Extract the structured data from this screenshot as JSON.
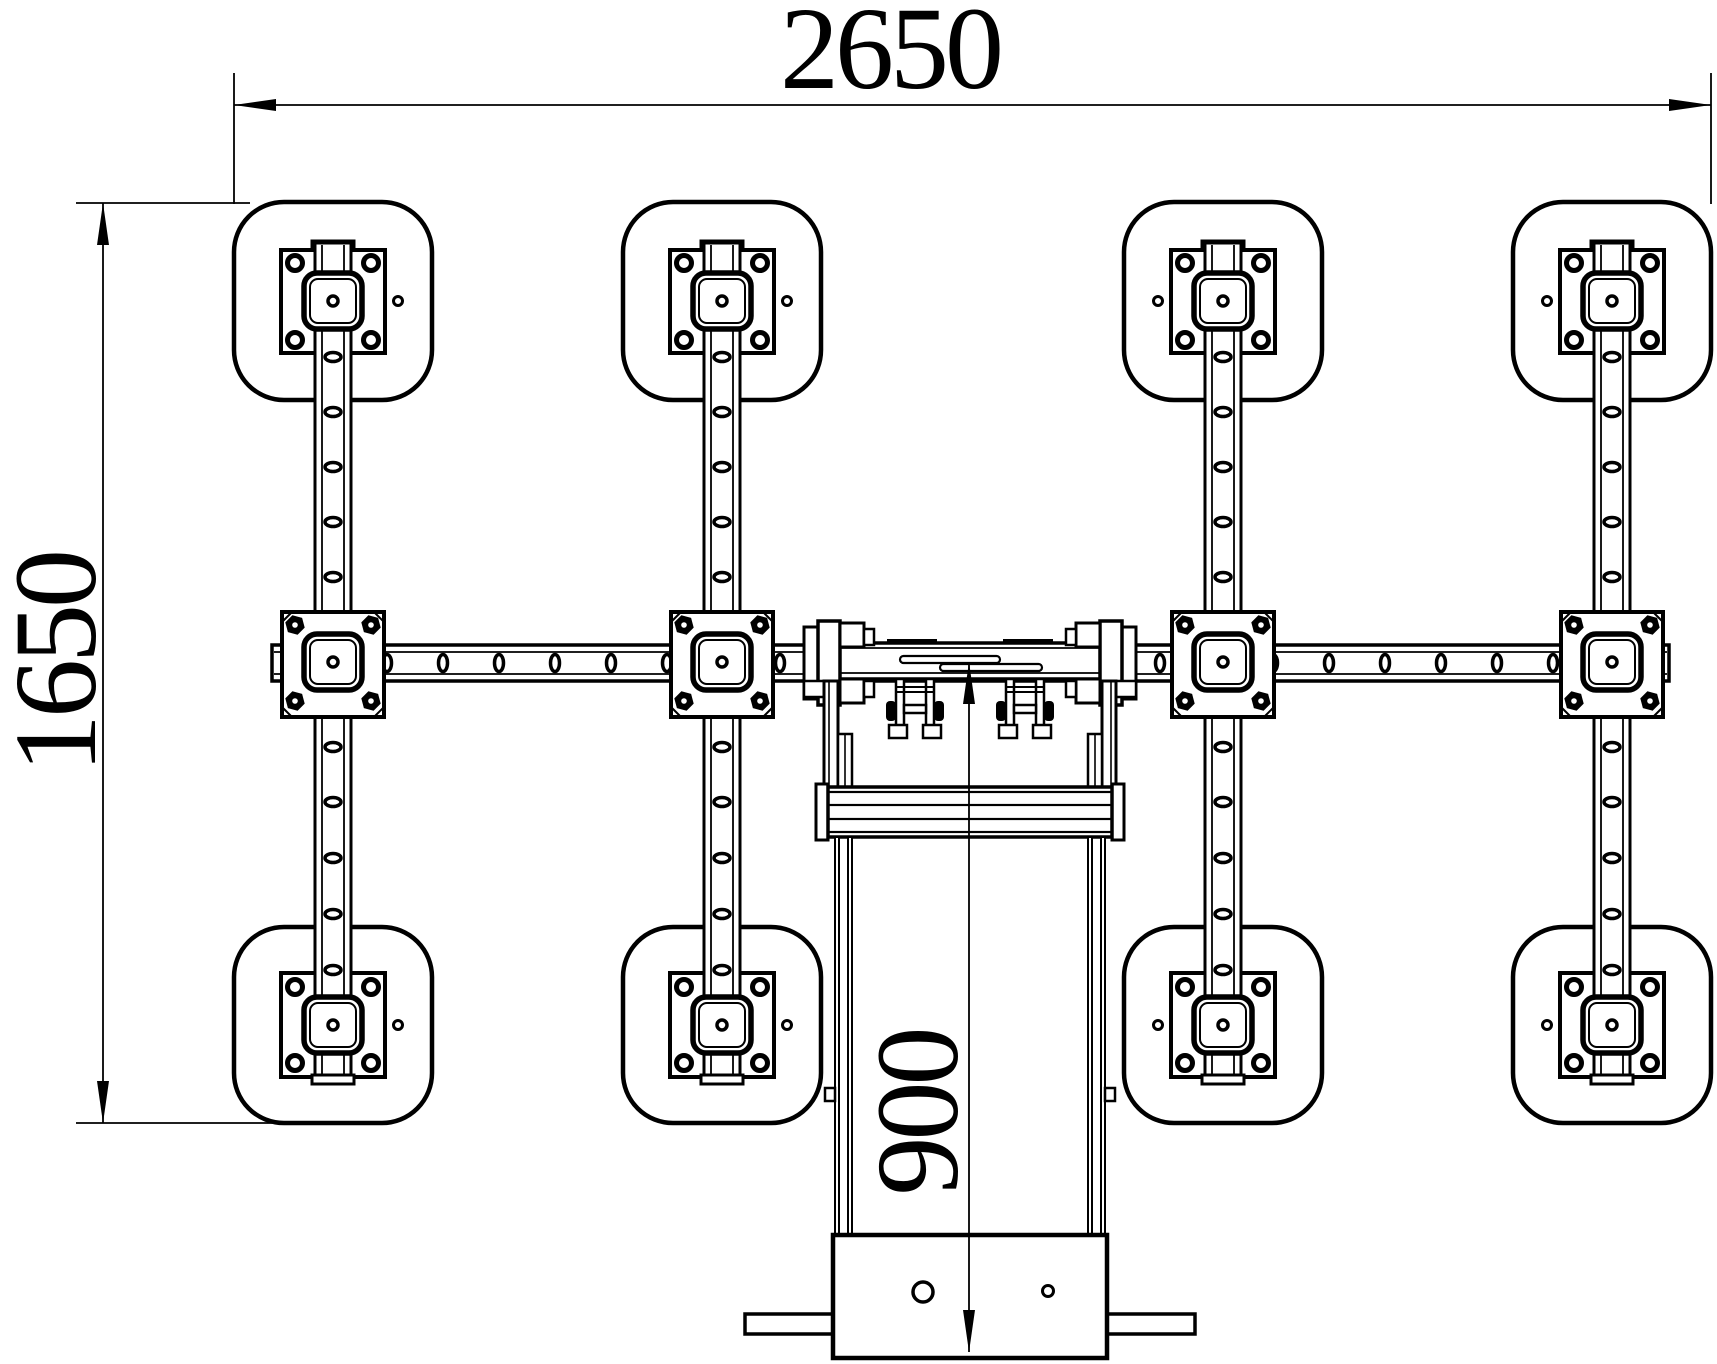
{
  "drawing": {
    "type": "technical-drawing-top-view",
    "dimensions": {
      "overall_width": {
        "value": "2650"
      },
      "overall_depth": {
        "value": "1650"
      },
      "center_offset": {
        "value": "900"
      }
    },
    "colors": {
      "line": "#000000",
      "background": "#ffffff"
    }
  }
}
